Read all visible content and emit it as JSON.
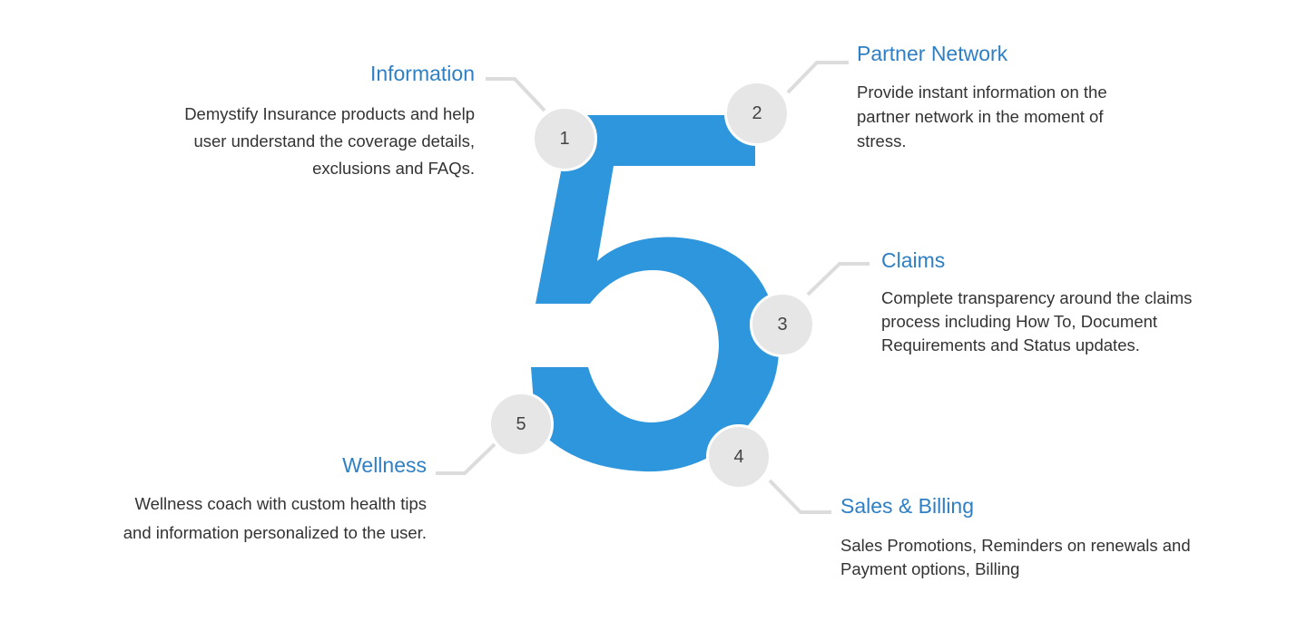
{
  "diagram": {
    "big_number": "5",
    "colors": {
      "accent": "#2f7fc4",
      "number_fill": "#2e96dc",
      "node_fill": "#e6e6e6",
      "connector": "#dcdcdc",
      "text": "#333333"
    },
    "features": [
      {
        "number": "1",
        "title": "Information",
        "lines": [
          "Demystify Insurance products and help",
          "user understand the coverage details,",
          "exclusions and FAQs."
        ]
      },
      {
        "number": "2",
        "title": "Partner Network",
        "lines": [
          "Provide instant information on the",
          "partner network in the moment of",
          "stress."
        ]
      },
      {
        "number": "3",
        "title": "Claims",
        "lines": [
          "Complete transparency around the claims",
          "process including How To, Document",
          "Requirements and Status updates."
        ]
      },
      {
        "number": "4",
        "title": "Sales & Billing",
        "lines": [
          "Sales Promotions, Reminders on renewals and",
          "Payment options, Billing"
        ]
      },
      {
        "number": "5",
        "title": "Wellness",
        "lines": [
          "Wellness coach with custom health tips",
          "and information personalized to the user."
        ]
      }
    ]
  }
}
